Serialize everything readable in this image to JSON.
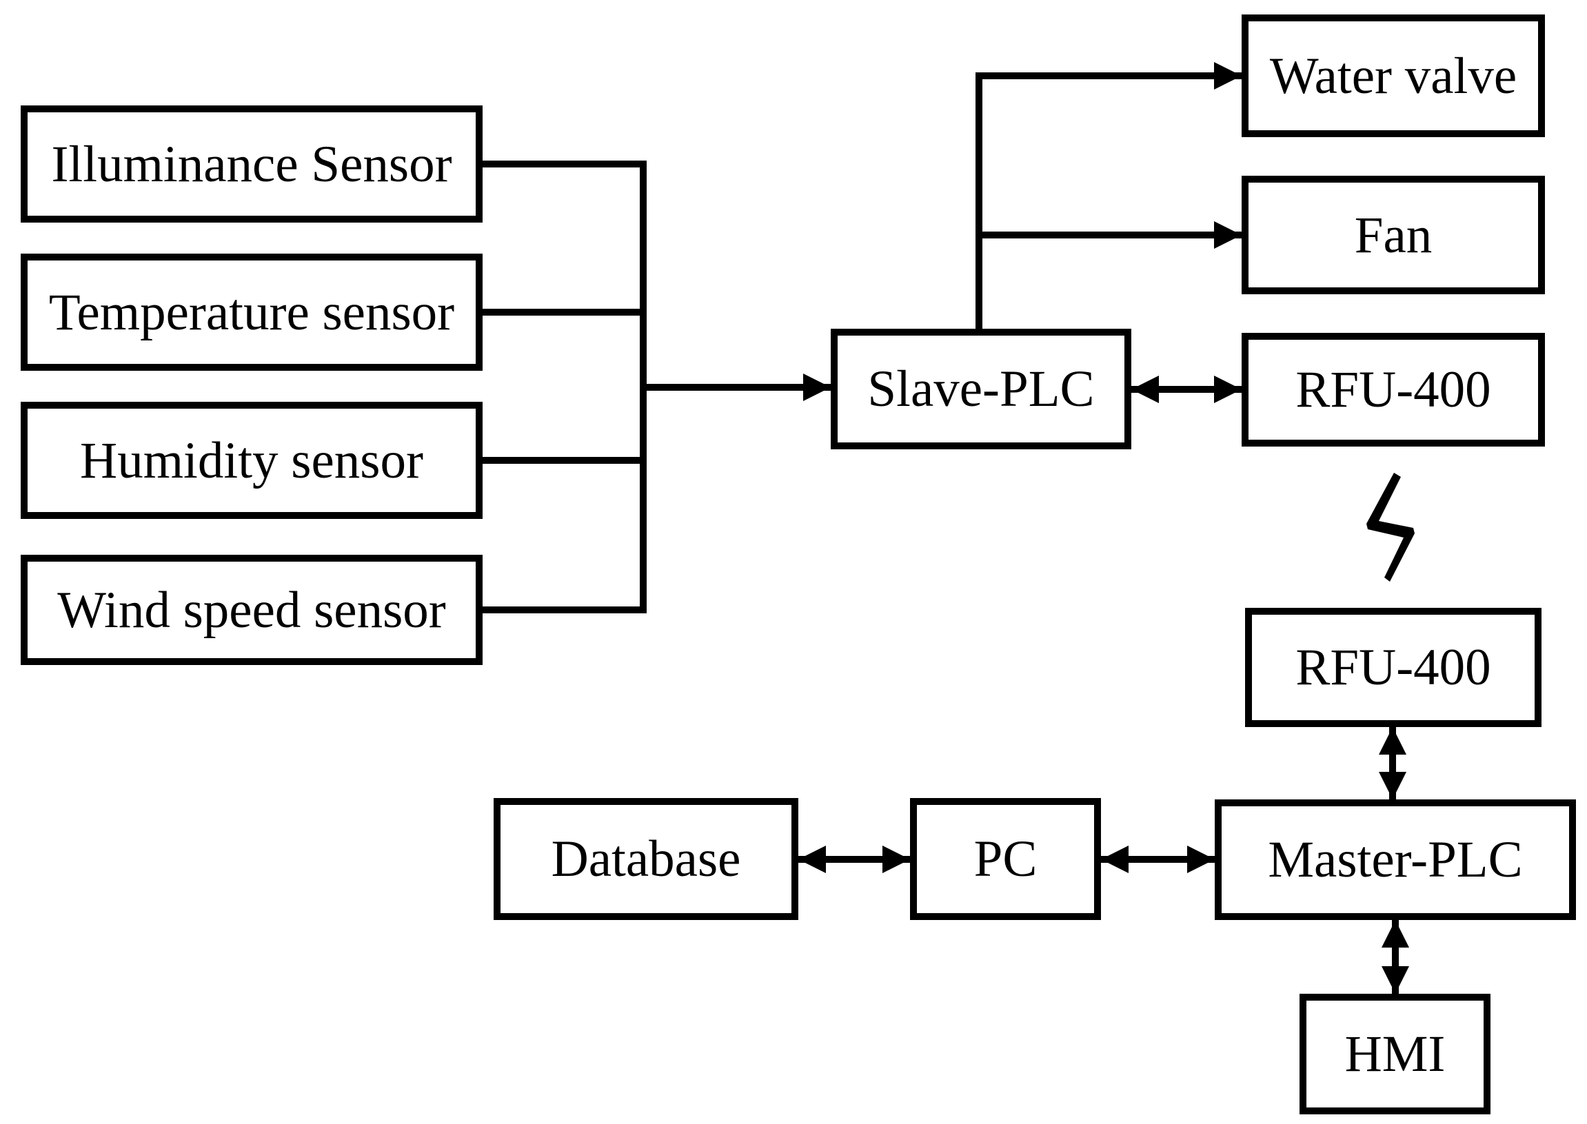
{
  "diagram": {
    "background_color": "#ffffff",
    "stroke_color": "#000000",
    "box_fill_color": "#ffffff",
    "nodes": {
      "illuminance": {
        "label": "Illuminance Sensor"
      },
      "temperature": {
        "label": "Temperature sensor"
      },
      "humidity": {
        "label": "Humidity sensor"
      },
      "wind_speed": {
        "label": "Wind speed sensor"
      },
      "slave_plc": {
        "label": "Slave-PLC"
      },
      "water_valve": {
        "label": "Water valve"
      },
      "fan": {
        "label": "Fan"
      },
      "rfu400_field": {
        "label": "RFU-400"
      },
      "rfu400_base": {
        "label": "RFU-400"
      },
      "master_plc": {
        "label": "Master-PLC"
      },
      "pc": {
        "label": "PC"
      },
      "database": {
        "label": "Database"
      },
      "hmi": {
        "label": "HMI"
      }
    },
    "edges": [
      {
        "from": "illuminance",
        "to": "slave_plc",
        "type": "arrow"
      },
      {
        "from": "temperature",
        "to": "slave_plc",
        "type": "arrow"
      },
      {
        "from": "humidity",
        "to": "slave_plc",
        "type": "arrow"
      },
      {
        "from": "wind_speed",
        "to": "slave_plc",
        "type": "arrow"
      },
      {
        "from": "slave_plc",
        "to": "water_valve",
        "type": "arrow"
      },
      {
        "from": "slave_plc",
        "to": "fan",
        "type": "arrow"
      },
      {
        "from": "slave_plc",
        "to": "rfu400_field",
        "type": "double-arrow"
      },
      {
        "from": "rfu400_field",
        "to": "rfu400_base",
        "type": "wireless"
      },
      {
        "from": "rfu400_base",
        "to": "master_plc",
        "type": "double-arrow"
      },
      {
        "from": "master_plc",
        "to": "pc",
        "type": "double-arrow"
      },
      {
        "from": "pc",
        "to": "database",
        "type": "double-arrow"
      },
      {
        "from": "master_plc",
        "to": "hmi",
        "type": "double-arrow"
      }
    ],
    "icons": {
      "wireless_link": "lightning-bolt"
    }
  }
}
